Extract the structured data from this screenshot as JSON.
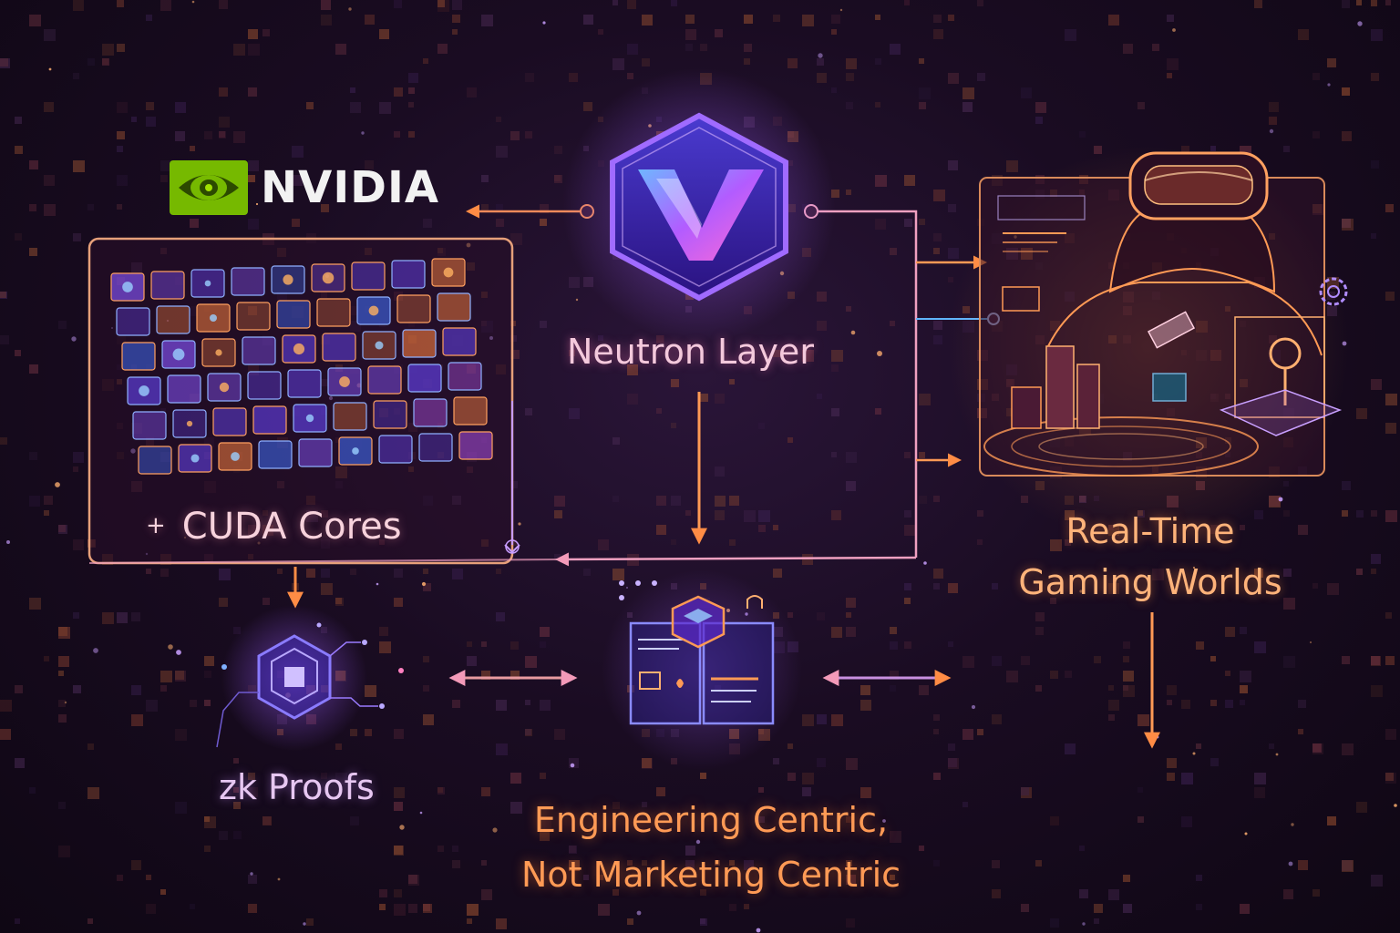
{
  "brand": {
    "logo_text": "NVIDIA"
  },
  "nodes": {
    "neutron": {
      "label": "Neutron Layer"
    },
    "cuda": {
      "marker": "+",
      "label": "CUDA Cores"
    },
    "gaming": {
      "line1": "Real-Time",
      "line2": "Gaming Worlds"
    },
    "zk": {
      "label": "zk Proofs"
    },
    "engineering": {
      "line1": "Engineering Centric,",
      "line2": "Not Marketing Centric"
    }
  },
  "colors": {
    "orange": "#ff9a55",
    "pink": "#f4a6c8",
    "violet": "#8a5cff",
    "nvidia_green": "#76b900",
    "background": "#1a0c22"
  }
}
